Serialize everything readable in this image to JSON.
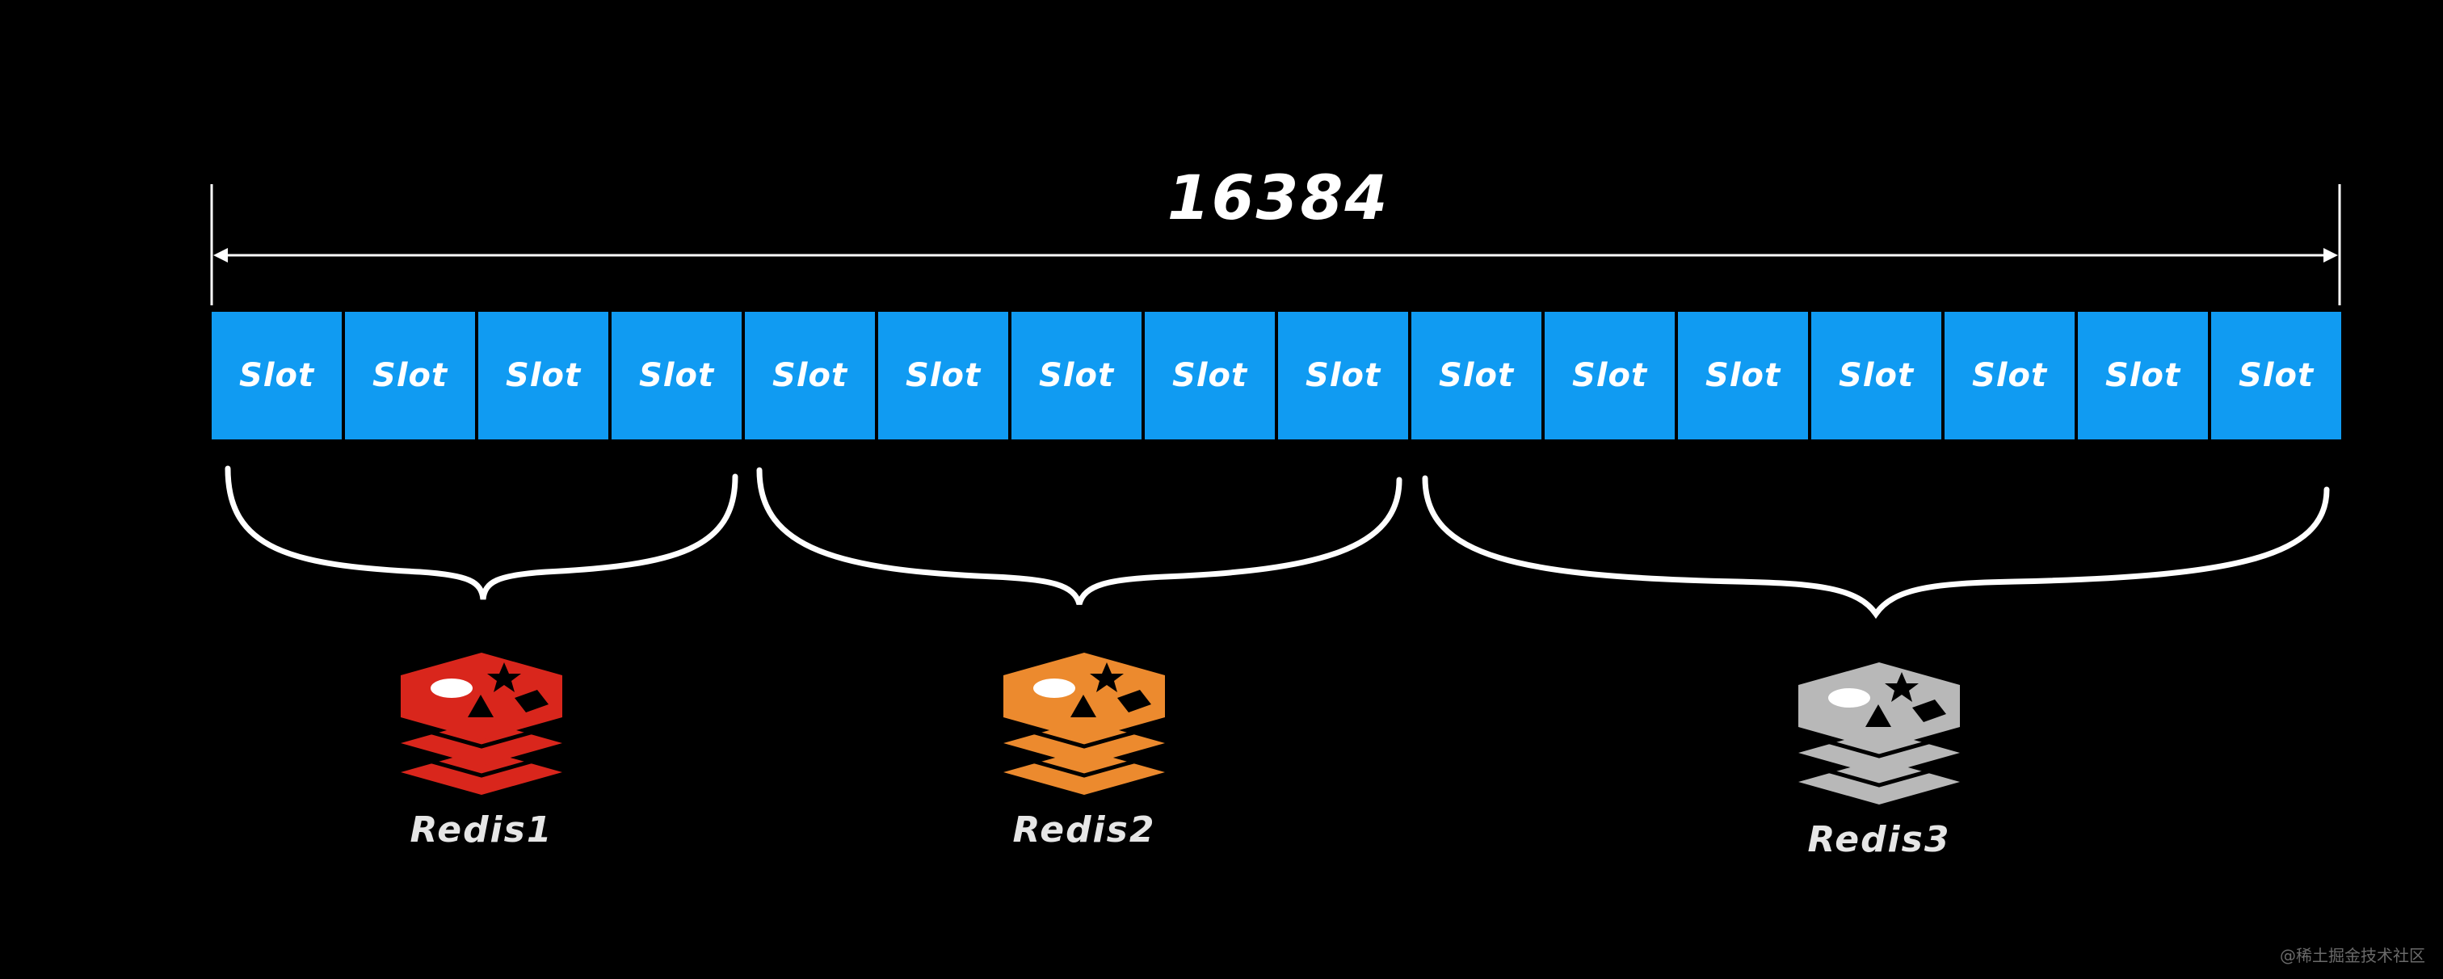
{
  "total_slots_label": "16384",
  "slot_label": "Slot",
  "slot_count": 16,
  "nodes": [
    {
      "label": "Redis1",
      "color": "#d9261c",
      "slot_span": [
        0,
        3
      ]
    },
    {
      "label": "Redis2",
      "color": "#ec8a2e",
      "slot_span": [
        4,
        8
      ]
    },
    {
      "label": "Redis3",
      "color": "#b8b8b8",
      "slot_span": [
        9,
        15
      ]
    }
  ],
  "colors": {
    "background": "#000000",
    "slot_fill": "#109bf2",
    "brace": "#ffffff",
    "text": "#ffffff"
  },
  "icons": [
    "redis-logo-icon"
  ],
  "watermark": "@稀土掘金技术社区"
}
